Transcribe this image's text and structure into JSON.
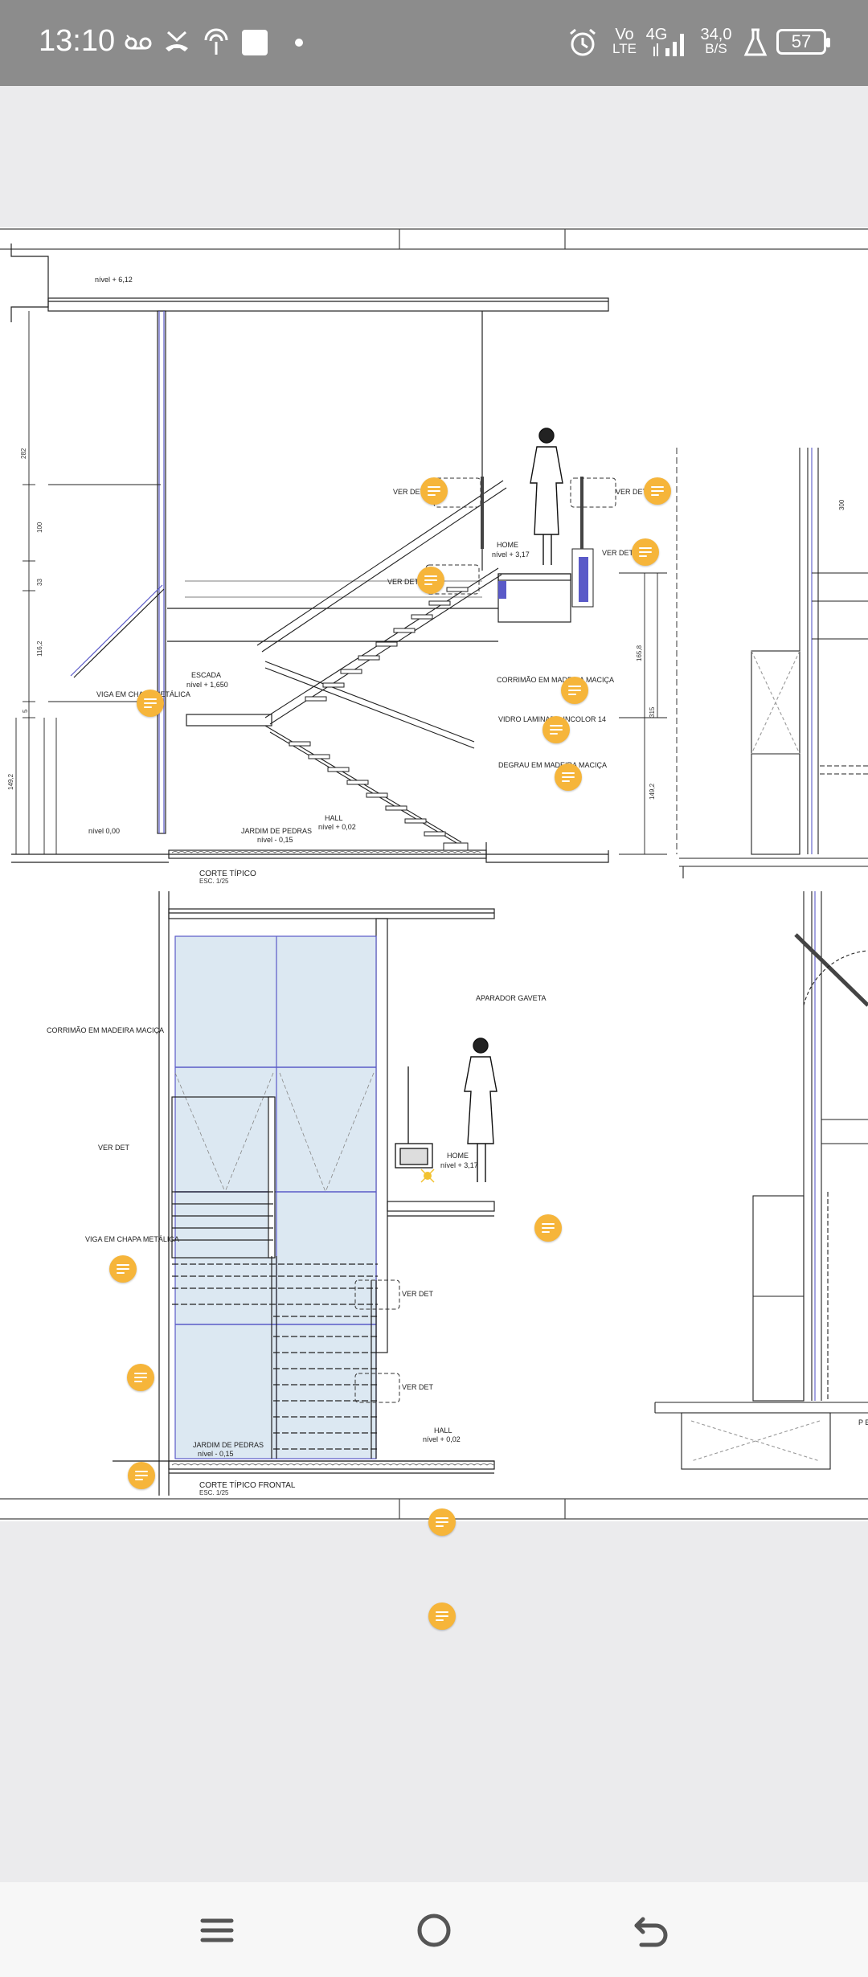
{
  "status_bar": {
    "time": "13:10",
    "network_top": "Vo",
    "network_bottom": "LTE",
    "signal_type": "4G",
    "data_speed_value": "34,0",
    "data_speed_unit": "B/S",
    "battery": "57",
    "icons": [
      "voicemail-icon",
      "missed-call-icon",
      "hotspot-icon",
      "white-square-icon",
      "dot-icon",
      "alarm-icon",
      "signal-icon",
      "flask-icon",
      "battery-icon"
    ]
  },
  "drawing": {
    "section_1": {
      "title": "CORTE TÍPICO",
      "scale": "ESC. 1/25",
      "labels": {
        "top_level": "nível + 6,12",
        "home_name": "HOME",
        "home_level": "nível + 3,17",
        "escada_name": "ESCADA",
        "escada_level": "nível + 1,650",
        "viga": "VIGA EM CHAPA METÁLICA",
        "corrimao": "CORRIMÃO EM MADEIRA MACIÇA",
        "vidro": "VIDRO LAMINADO INCOLOR 14",
        "degrau": "DEGRAU EM MADEIRA MACIÇA",
        "ver_det": "VER DET",
        "jardim": "JARDIM DE PEDRAS",
        "jardim_level": "nível - 0,15",
        "hall": "HALL",
        "hall_level": "nível + 0,02",
        "ground_level": "nível 0,00"
      },
      "dimensions": [
        "282",
        "100",
        "33",
        "116,2",
        "5",
        "149,2",
        "165,8",
        "315",
        "149,2",
        "300"
      ]
    },
    "section_2": {
      "title": "CORTE TÍPICO FRONTAL",
      "scale": "ESC. 1/25",
      "labels": {
        "aparador": "APARADOR GAVETA",
        "corrimao": "CORRIMÃO EM MADEIRA MACIÇA",
        "ver_det": "VER DET",
        "viga": "VIGA EM CHAPA METÁLICA",
        "home_name": "HOME",
        "home_level": "nível + 3,17",
        "jardim": "JARDIM DE PEDRAS",
        "jardim_level": "nível - 0,15",
        "hall": "HALL",
        "hall_level": "nível + 0,02",
        "right_label": "P E"
      }
    }
  },
  "nav_bar": {
    "icons": [
      "menu-icon",
      "home-icon",
      "back-icon"
    ]
  },
  "colors": {
    "status_bar": "#8c8c8c",
    "background": "#ebebed",
    "sheet": "#ffffff",
    "note_pin": "#f6b53a",
    "glass": "#dce8f2",
    "accent_blue": "#5a5ac8"
  }
}
